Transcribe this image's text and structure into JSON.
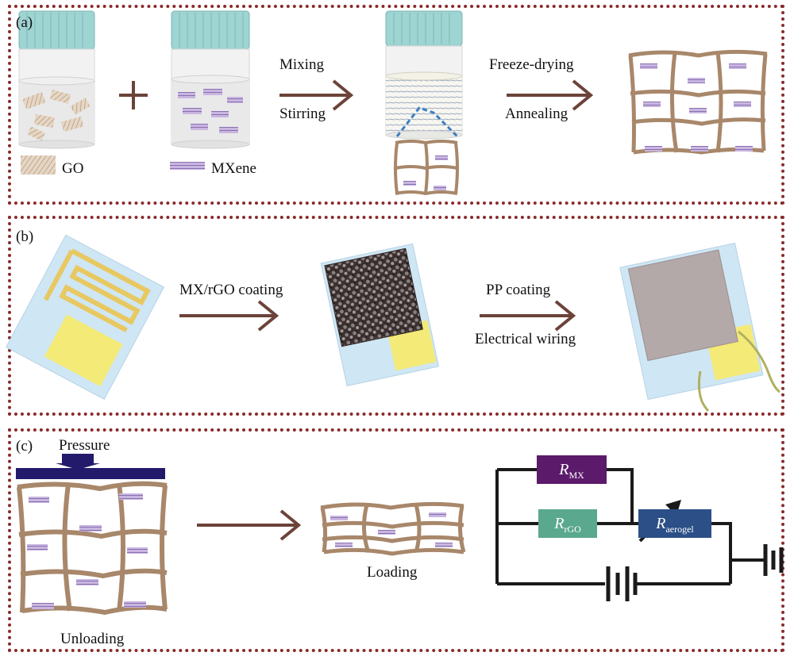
{
  "panel_a": {
    "label": "(a)",
    "step1_top": "Mixing",
    "step1_bottom": "Stirring",
    "step2_top": "Freeze-drying",
    "step2_bottom": "Annealing",
    "legend_go": "GO",
    "legend_mxene": "MXene"
  },
  "panel_b": {
    "label": "(b)",
    "step1": "MX/rGO coating",
    "step2_top": "PP coating",
    "step2_bottom": "Electrical wiring"
  },
  "panel_c": {
    "label": "(c)",
    "pressure": "Pressure",
    "unloading": "Unloading",
    "loading": "Loading",
    "circuit": {
      "r_mx": {
        "symbol": "R",
        "sub": "MX",
        "color": "#5c1a6b"
      },
      "r_rgo": {
        "symbol": "R",
        "sub": "rGO",
        "color": "#5aa88d"
      },
      "r_aerogel": {
        "symbol": "R",
        "sub": "aerogel",
        "color": "#2b4f86"
      }
    }
  },
  "colors": {
    "arrow": "#6b4339",
    "border": "#8a2a2a",
    "cap": "#9ed4d2",
    "sheet": "#b8957a",
    "mxene": "#7a5aa8",
    "substrate": "#cfe6f4",
    "electrode": "#f0e06a",
    "pressure_bar": "#241a6b",
    "wire": "#1a1a1a"
  }
}
